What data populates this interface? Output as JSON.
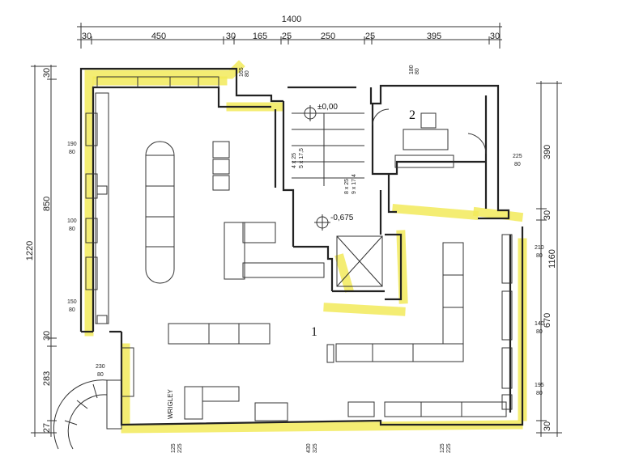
{
  "dimensions": {
    "top_total": "1400",
    "top_segments": [
      "30",
      "450",
      "30",
      "165",
      "25",
      "250",
      "25",
      "395",
      "30"
    ],
    "left_outer": "1220",
    "left_inner": [
      "850",
      "283",
      "27"
    ],
    "left_small": [
      "30",
      "30"
    ],
    "right_outer": "1160",
    "right_inner": [
      "390",
      "30",
      "670",
      "30"
    ]
  },
  "windows": [
    {
      "w": "165",
      "h": "80"
    },
    {
      "w": "180",
      "h": "80"
    },
    {
      "w": "190",
      "h": "80"
    },
    {
      "w": "100",
      "h": "80"
    },
    {
      "w": "150",
      "h": "80"
    },
    {
      "w": "225",
      "h": "80"
    },
    {
      "w": "210",
      "h": "80"
    },
    {
      "w": "140",
      "h": "80"
    },
    {
      "w": "195",
      "h": "80"
    },
    {
      "w": "230",
      "h": "80"
    }
  ],
  "bottom_labels": [
    {
      "w": "125",
      "h": "225"
    },
    {
      "w": "430",
      "h": "325"
    },
    {
      "w": "125",
      "h": "225"
    }
  ],
  "levels": {
    "upper": "±0,00",
    "lower": "-0,675"
  },
  "stairs": {
    "upper": [
      "4 x 25",
      "5 x 17,5"
    ],
    "lower": [
      "8 x 25",
      "9 x 17,4"
    ]
  },
  "rooms": {
    "room_1": "1",
    "room_2": "2"
  },
  "wrigley_label": "WRIGLEY",
  "colors": {
    "highlight": "#f2ea5a",
    "line": "#222222"
  }
}
